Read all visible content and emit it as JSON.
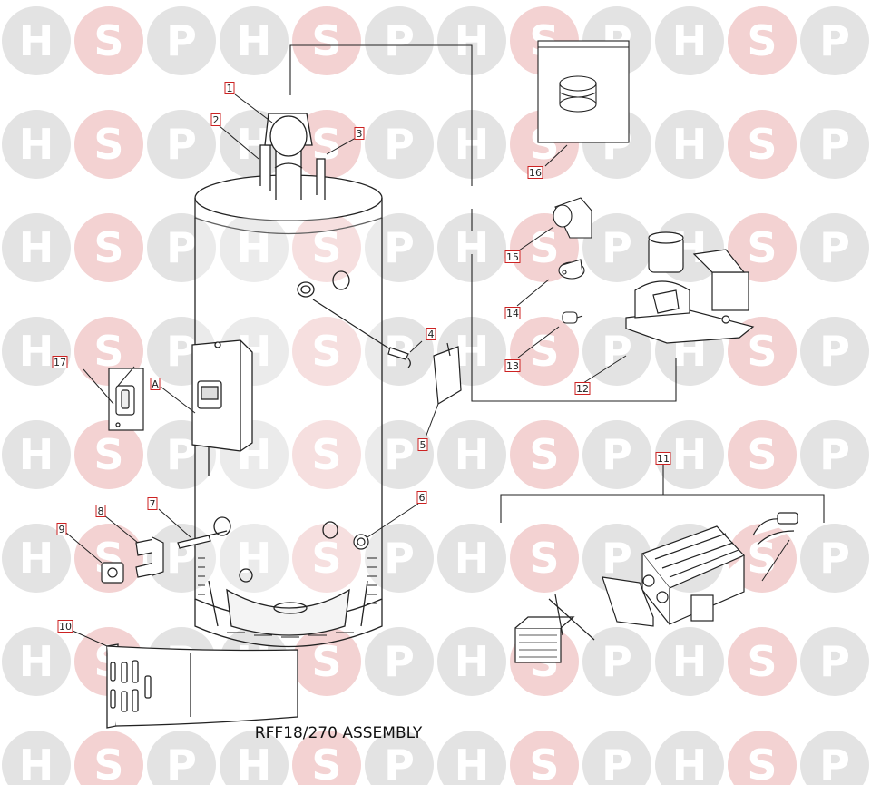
{
  "diagram": {
    "title": "RFF18/270 ASSEMBLY",
    "watermark": {
      "letters": [
        "H",
        "S",
        "P"
      ],
      "grey": "#e3e3e3",
      "pink": "#f3d2d2"
    },
    "callout_color": "#cc2222",
    "callouts": {
      "c1": "1",
      "c2": "2",
      "c3": "3",
      "c4": "4",
      "c5": "5",
      "c6": "6",
      "c7": "7",
      "c8": "8",
      "c9": "9",
      "c10": "10",
      "c11": "11",
      "c12": "12",
      "c13": "13",
      "c14": "14",
      "c15": "15",
      "c16": "16",
      "c17": "17",
      "cA": "A"
    }
  }
}
